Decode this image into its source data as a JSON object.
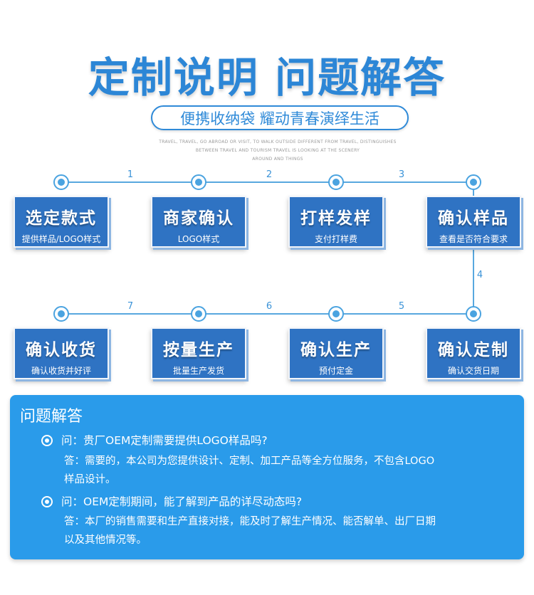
{
  "header": {
    "title": "定制说明 问题解答",
    "subtitle": "便携收纳袋 耀动青春演绎生活",
    "tagline_lines": [
      "TRAVEL, TRAVEL, GO ABROAD OR VISIT, TO WALK OUTSIDE DIFFERENT FROM TRAVEL, DISTINGUISHES",
      "BETWEEN TRAVEL AND TOURISM TRAVEL IS LOOKING AT THE SCENERY",
      "AROUND AND THINGS"
    ]
  },
  "flow": {
    "steps": [
      {
        "number": "1",
        "title": "选定款式",
        "subtitle": "提供样品/LOGO样式"
      },
      {
        "number": "2",
        "title": "商家确认",
        "subtitle": "LOGO样式"
      },
      {
        "number": "3",
        "title": "打样发样",
        "subtitle": "支付打样费"
      },
      {
        "number": "4",
        "title": "确认样品",
        "subtitle": "查看是否符合要求"
      },
      {
        "number": "5",
        "title": "确认定制",
        "subtitle": "确认交货日期"
      },
      {
        "number": "6",
        "title": "确认生产",
        "subtitle": "预付定金"
      },
      {
        "number": "7",
        "title": "按量生产",
        "subtitle": "批量生产发货"
      },
      {
        "number": "",
        "title": "确认收货",
        "subtitle": "确认收货并好评"
      }
    ]
  },
  "faq": {
    "title": "问题解答",
    "items": [
      {
        "question": "问：贵厂OEM定制需要提供LOGO样品吗?",
        "answer_lines": [
          "答：需要的，本公司为您提供设计、定制、加工产品等全方位服务，不包含LOGO",
          "样品设计。"
        ]
      },
      {
        "question": "问：OEM定制期间，能了解到产品的详尽动态吗?",
        "answer_lines": [
          "答：本厂的销售需要和生产直接对接，能及时了解生产情况、能否解单、出厂日期",
          "以及其他情况等。"
        ]
      }
    ]
  },
  "colors": {
    "title_blue": "#2c86d6",
    "box_blue": "#2f73c3",
    "line_blue": "#58a8df",
    "panel_blue": "#2a9bea"
  }
}
